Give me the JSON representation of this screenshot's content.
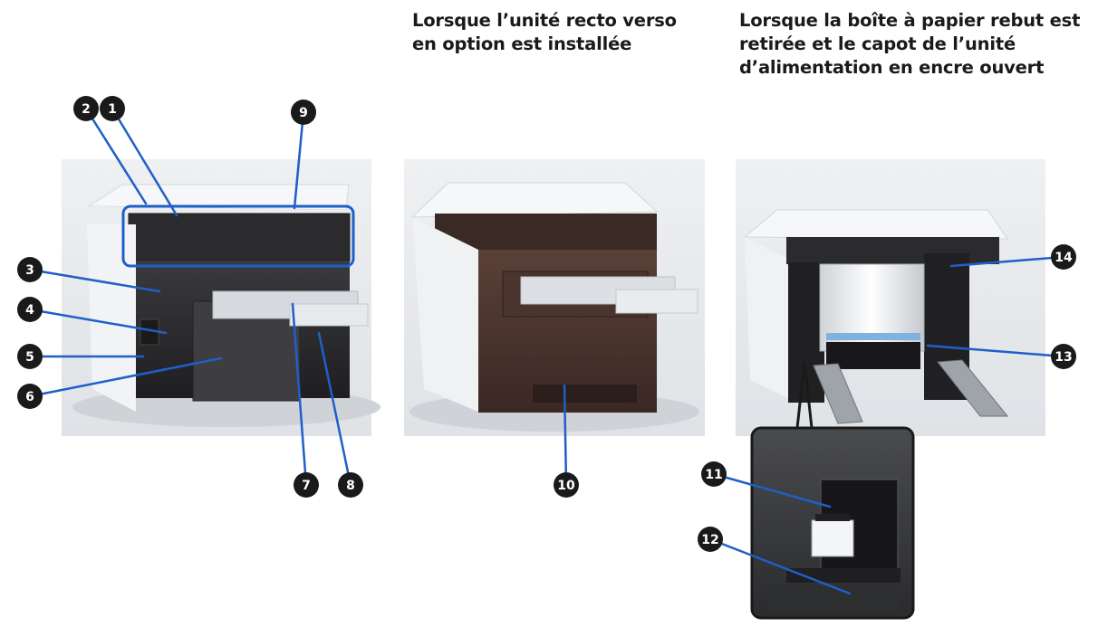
{
  "captions": {
    "duplex": [
      "Lorsque l’unité recto verso",
      "en option est installée"
    ],
    "waste": [
      "Lorsque la boîte à papier rebut est",
      "retirée et le capot de l’unité",
      "d’alimentation en encre ouvert"
    ]
  },
  "callouts": [
    "1",
    "2",
    "3",
    "4",
    "5",
    "6",
    "7",
    "8",
    "9",
    "10",
    "11",
    "12",
    "13",
    "14"
  ],
  "colors": {
    "leader": "#1f5fc9",
    "badge": "#1a1a1a",
    "frame": "#1a1a1a"
  }
}
